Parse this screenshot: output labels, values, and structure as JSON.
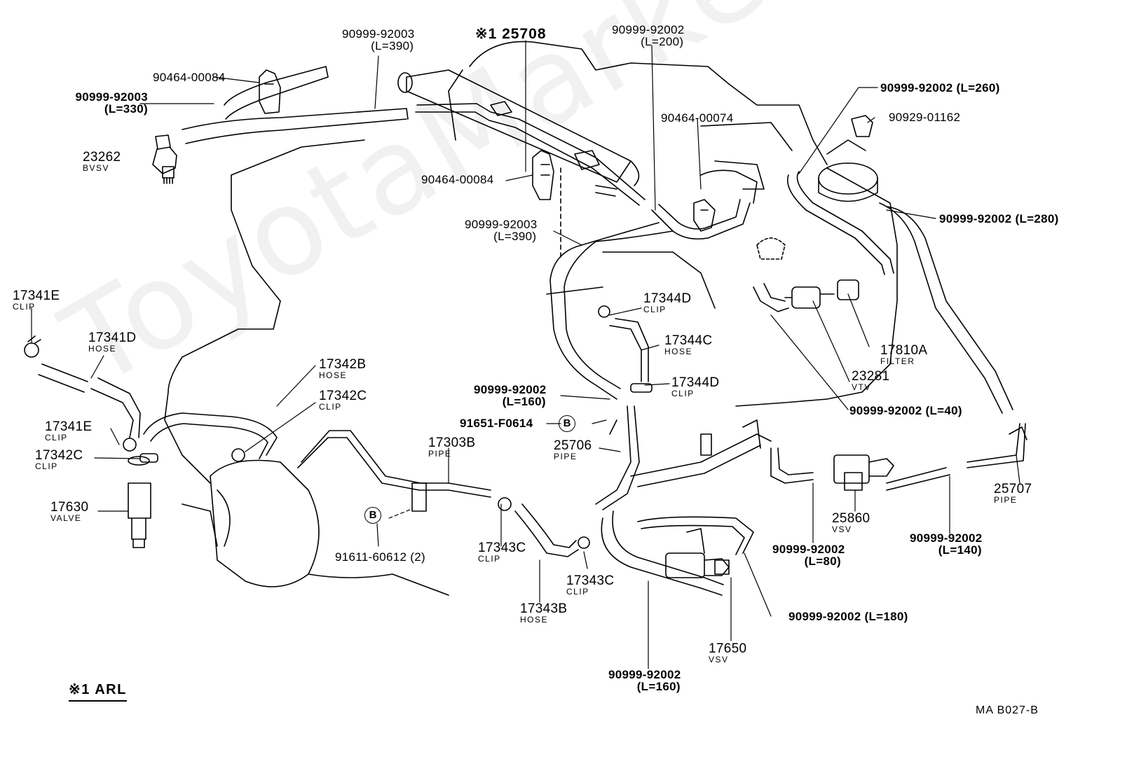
{
  "watermark": "ToyotaMarket.ru",
  "labels": [
    {
      "id": "l1",
      "pn": "90999-92003",
      "sub": "(L=390)"
    },
    {
      "id": "l2",
      "pn": "※1 25708",
      "sub": ""
    },
    {
      "id": "l3",
      "pn": "90999-92002",
      "sub": "(L=200)"
    },
    {
      "id": "l4",
      "pn": "90464-00084",
      "sub": ""
    },
    {
      "id": "l5",
      "pn": "90999-92003",
      "sub": "(L=330)"
    },
    {
      "id": "l6",
      "pn": "23262",
      "sub": "BVSV"
    },
    {
      "id": "l7",
      "pn": "90999-92002 (L=260)",
      "sub": ""
    },
    {
      "id": "l8",
      "pn": "90929-01162",
      "sub": ""
    },
    {
      "id": "l9",
      "pn": "90464-00074",
      "sub": ""
    },
    {
      "id": "l10",
      "pn": "90464-00084",
      "sub": ""
    },
    {
      "id": "l11",
      "pn": "90999-92003",
      "sub": "(L=390)"
    },
    {
      "id": "l12",
      "pn": "90999-92002 (L=280)",
      "sub": ""
    },
    {
      "id": "l13",
      "pn": "17341E",
      "sub": "CLIP"
    },
    {
      "id": "l14",
      "pn": "17341D",
      "sub": "HOSE"
    },
    {
      "id": "l15",
      "pn": "17344D",
      "sub": "CLIP"
    },
    {
      "id": "l16",
      "pn": "17344C",
      "sub": "HOSE"
    },
    {
      "id": "l17",
      "pn": "17810A",
      "sub": "FILTER"
    },
    {
      "id": "l18",
      "pn": "17342B",
      "sub": "HOSE"
    },
    {
      "id": "l19",
      "pn": "23281",
      "sub": "VTV"
    },
    {
      "id": "l20",
      "pn": "17342C",
      "sub": "CLIP"
    },
    {
      "id": "l21",
      "pn": "90999-92002",
      "sub": "(L=160)"
    },
    {
      "id": "l22",
      "pn": "17344D",
      "sub": "CLIP"
    },
    {
      "id": "l23",
      "pn": "90999-92002 (L=40)",
      "sub": ""
    },
    {
      "id": "l24",
      "pn": "91651-F0614",
      "sub": ""
    },
    {
      "id": "l25",
      "pn": "17341E",
      "sub": "CLIP"
    },
    {
      "id": "l26",
      "pn": "17303B",
      "sub": "PIPE"
    },
    {
      "id": "l27",
      "pn": "25706",
      "sub": "PIPE"
    },
    {
      "id": "l28",
      "pn": "17342C",
      "sub": "CLIP"
    },
    {
      "id": "l29",
      "pn": "25707",
      "sub": "PIPE"
    },
    {
      "id": "l30",
      "pn": "17630",
      "sub": "VALVE"
    },
    {
      "id": "l31",
      "pn": "25860",
      "sub": "VSV"
    },
    {
      "id": "l32",
      "pn": "91611-60612 (2)",
      "sub": ""
    },
    {
      "id": "l33",
      "pn": "17343C",
      "sub": "CLIP"
    },
    {
      "id": "l34",
      "pn": "90999-92002",
      "sub": "(L=80)"
    },
    {
      "id": "l35",
      "pn": "90999-92002",
      "sub": "(L=140)"
    },
    {
      "id": "l36",
      "pn": "17343C",
      "sub": "CLIP"
    },
    {
      "id": "l37",
      "pn": "17343B",
      "sub": "HOSE"
    },
    {
      "id": "l38",
      "pn": "90999-92002 (L=180)",
      "sub": ""
    },
    {
      "id": "l39",
      "pn": "17650",
      "sub": "VSV"
    },
    {
      "id": "l40",
      "pn": "90999-92002",
      "sub": "(L=160)"
    }
  ],
  "callout_b": "B",
  "footnote": "※1  ARL",
  "diagram_code": "MA  B027-B"
}
